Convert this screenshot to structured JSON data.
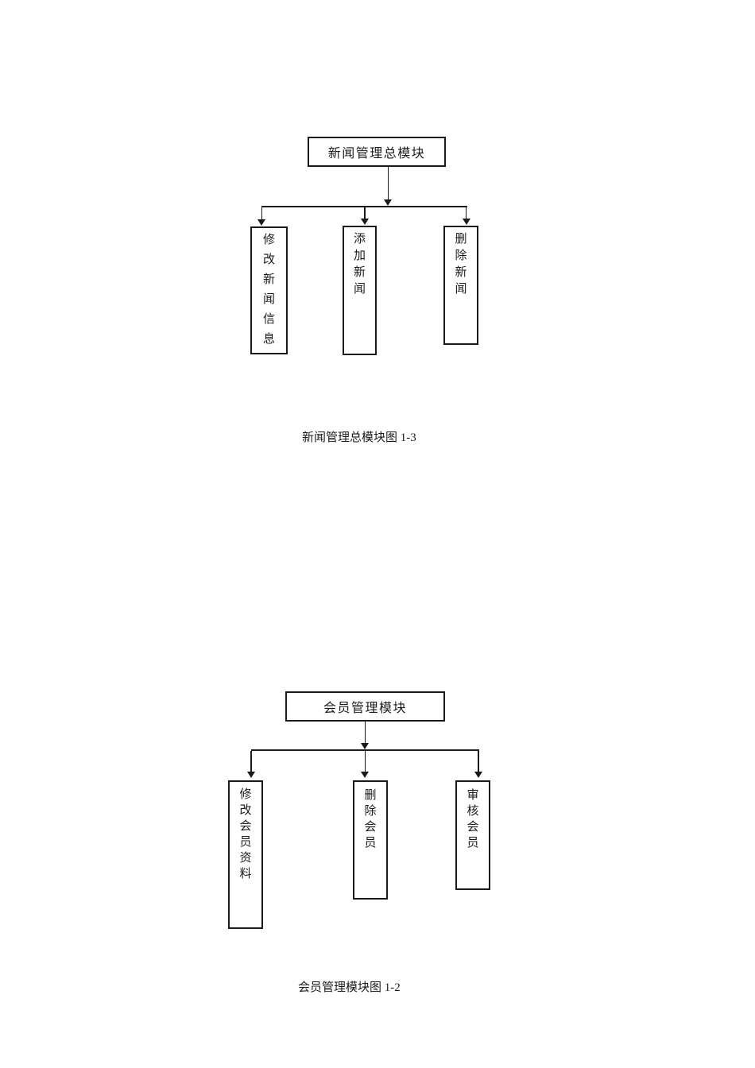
{
  "document": {
    "background_color": "#ffffff",
    "line_color": "#1a1a1a"
  },
  "diagrams": [
    {
      "title": "新闻管理总模块",
      "children": [
        "修改新闻信息",
        "添加新闻",
        "删除新闻"
      ],
      "caption": "新闻管理总模块图 1-3"
    },
    {
      "title": "会员管理模块",
      "children": [
        "修改会员资料",
        "删除会员",
        "审核会员"
      ],
      "caption": "会员管理模块图 1-2"
    }
  ]
}
